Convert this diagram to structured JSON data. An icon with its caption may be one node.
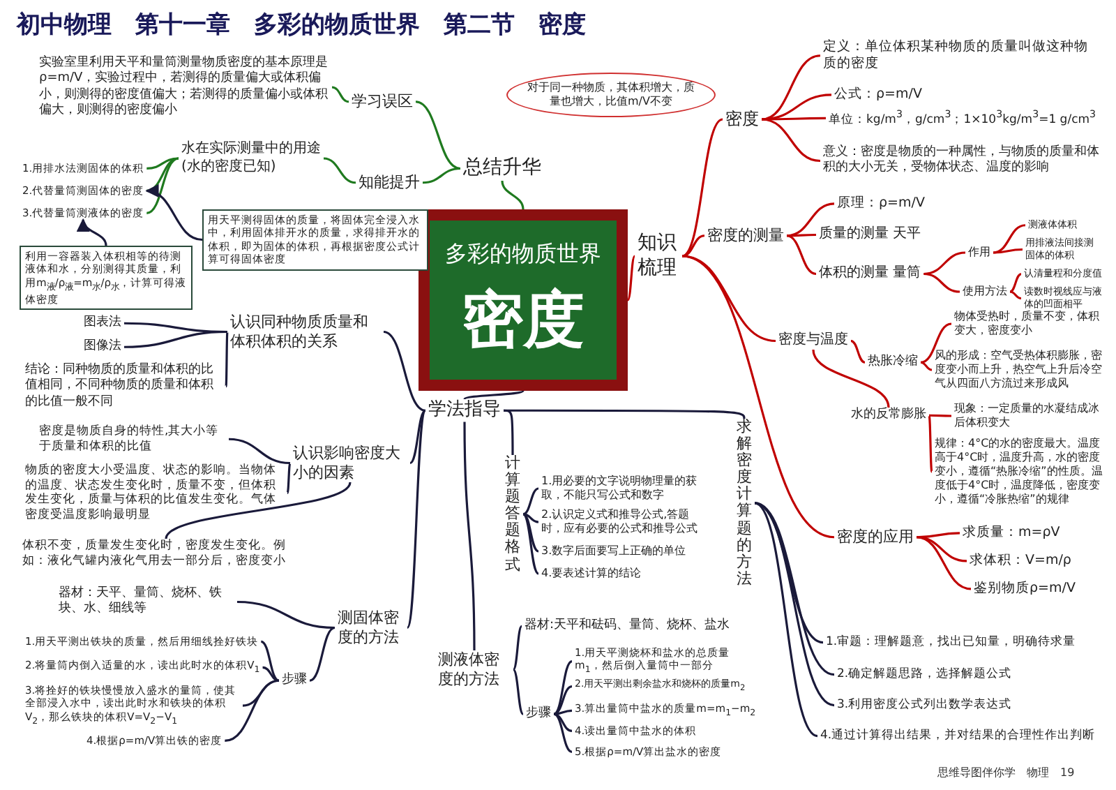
{
  "diagram": {
    "title": "初中物理　第十一章　多彩的物质世界　第二节　密度",
    "nodes": [
      {
        "text": [
          "多彩的物质世界",
          "密度"
        ]
      },
      {
        "text": [
          "对于同一种物质，其体积增大，质量也增大，比值m/V不变"
        ]
      },
      {
        "text": [
          "总结升华"
        ]
      },
      {
        "text": [
          "学习误区"
        ]
      },
      {
        "text": [
          "实验室里利用天平和量筒测量物质密度的基本原理是ρ=m/V，实验过程中，若测得的质量偏大或体积偏小，则测得的密度值偏大；若测得的质量偏小或体积偏大，则测得的密度偏小"
        ]
      },
      {
        "text": [
          "知能提升"
        ]
      },
      {
        "text": [
          "水在实际测量中的用途 (水的密度已知)"
        ]
      },
      {
        "text": [
          "1.用排水法测固体的体积"
        ]
      },
      {
        "text": [
          "2.代替量筒测固体的密度"
        ]
      },
      {
        "text": [
          "3.代替量筒测液体的密度"
        ]
      },
      {
        "text": [
          "用天平测得固体的质量，将固体完全浸入水中，利用固体排开水的质量，求得排开水的体积，即为固体的体积，再根据密度公式计算可得固体密度"
        ]
      },
      {
        "text": [
          "利用一容器装入体积相等的待测液体和水，分别测得其质量，利用m$_{液}$/ρ$_{液}$=m$_{水}$/ρ$_{水}$，计算可得液体密度"
        ]
      },
      {
        "text": [
          "知识梳理"
        ]
      },
      {
        "text": [
          "密度"
        ]
      },
      {
        "text": [
          "定义：单位体积某种物质的质量叫做这种物质的密度"
        ]
      },
      {
        "text": [
          "公式：ρ=m/V"
        ]
      },
      {
        "text": [
          "单位：kg/m$^{3}$，g/cm$^{3}$；1×10$^{3}$kg/m$^{3}$=1 g/cm$^{3}$"
        ]
      },
      {
        "text": [
          "意义：密度是物质的一种属性，与物质的质量和体积的大小无关，受物体状态、温度的影响"
        ]
      },
      {
        "text": [
          "密度的测量"
        ]
      },
      {
        "text": [
          "原理：ρ=m/V"
        ]
      },
      {
        "text": [
          "质量的测量 天平"
        ]
      },
      {
        "text": [
          "体积的测量 量筒"
        ]
      },
      {
        "text": [
          "作用"
        ]
      },
      {
        "text": [
          "测液体体积"
        ]
      },
      {
        "text": [
          "用排液法间接测固体的体积"
        ]
      },
      {
        "text": [
          "使用方法"
        ]
      },
      {
        "text": [
          "认清量程和分度值"
        ]
      },
      {
        "text": [
          "读数时视线应与液体的凹面相平"
        ]
      },
      {
        "text": [
          "密度与温度"
        ]
      },
      {
        "text": [
          "热胀冷缩"
        ]
      },
      {
        "text": [
          "物体受热时，质量不变，体积变大，密度变小"
        ]
      },
      {
        "text": [
          "风的形成：空气受热体积膨胀，密度变小而上升，热空气上升后冷空气从四面八方流过来形成风"
        ]
      },
      {
        "text": [
          "水的反常膨胀"
        ]
      },
      {
        "text": [
          "现象：一定质量的水凝结成冰后体积变大"
        ]
      },
      {
        "text": [
          "规律：4°C的水的密度最大。温度高于4°C时，温度升高，水的密度变小，遵循“热胀冷缩”的性质。温度低于4°C时，温度降低，密度变小，遵循“冷胀热缩”的规律"
        ]
      },
      {
        "text": [
          "密度的应用"
        ]
      },
      {
        "text": [
          "求质量：m=ρV"
        ]
      },
      {
        "text": [
          "求体积：V=m/ρ"
        ]
      },
      {
        "text": [
          "鉴别物质ρ=m/V"
        ]
      },
      {
        "text": [
          "学法指导"
        ]
      },
      {
        "text": [
          "认识同种物质质量和体积体积的关系"
        ]
      },
      {
        "text": [
          "图表法"
        ]
      },
      {
        "text": [
          "图像法"
        ]
      },
      {
        "text": [
          "结论：同种物质的质量和体积的比值相同，不同种物质的质量和体积的比值一般不同"
        ]
      },
      {
        "text": [
          "认识影响密度大小的因素"
        ]
      },
      {
        "text": [
          "密度是物质自身的特性,其大小等于质量和体积的比值"
        ]
      },
      {
        "text": [
          "物质的密度大小受温度、状态的影响。当物体的温度、状态发生变化时，质量不变，但体积发生变化，质量与体积的比值发生变化。气体密度受温度影响最明显"
        ]
      },
      {
        "text": [
          "体积不变，质量发生变化时，密度发生变化。例如：液化气罐内液化气用去一部分后，密度变小"
        ]
      },
      {
        "text": [
          "测固体密度的方法"
        ]
      },
      {
        "text": [
          "器材：天平、量筒、烧杯、铁块、水、细线等"
        ]
      },
      {
        "text": [
          "步骤"
        ]
      },
      {
        "text": [
          "1.用天平测出铁块的质量，然后用细线拴好铁块"
        ]
      },
      {
        "text": [
          "2.将量筒内倒入适量的水，读出此时水的体积V$_{1}$"
        ]
      },
      {
        "text": [
          "3.将拴好的铁块慢慢放入盛水的量筒，使其全部浸入水中，读出此时水和铁块的体积V$_{2}$，那么铁块的体积V=V$_{2}$−V$_{1}$"
        ]
      },
      {
        "text": [
          "4.根据ρ=m/V算出铁的密度"
        ]
      },
      {
        "text": [
          "计算题答题格式"
        ]
      },
      {
        "text": [
          "1.用必要的文字说明物理量的获取，不能只写公式和数字"
        ]
      },
      {
        "text": [
          "2.认识定义式和推导公式,答题时，应有必要的公式和推导公式"
        ]
      },
      {
        "text": [
          "3.数字后面要写上正确的单位"
        ]
      },
      {
        "text": [
          "4.要表述计算的结论"
        ]
      },
      {
        "text": [
          "测液体密度的方法"
        ]
      },
      {
        "text": [
          "器材:天平和砝码、量筒、烧杯、盐水"
        ]
      },
      {
        "text": [
          "步骤"
        ]
      },
      {
        "text": [
          "1.用天平测烧杯和盐水的总质量m$_{1}$，然后倒入量筒中一部分"
        ]
      },
      {
        "text": [
          "2.用天平测出剩余盐水和烧杯的质量m$_{2}$"
        ]
      },
      {
        "text": [
          "3.算出量筒中盐水的质量m=m$_{1}$−m$_{2}$"
        ]
      },
      {
        "text": [
          "4.读出量筒中盐水的体积"
        ]
      },
      {
        "text": [
          "5.根据ρ=m/V算出盐水的密度"
        ]
      },
      {
        "text": [
          "求解密度计算题的方法"
        ]
      },
      {
        "text": [
          "1.审题：理解题意，找出已知量，明确待求量"
        ]
      },
      {
        "text": [
          "2.确定解题思路，选择解题公式"
        ]
      },
      {
        "text": [
          "3.利用密度公式列出数学表达式"
        ]
      },
      {
        "text": [
          "4.通过计算得出结果，并对结果的合理性作出判断"
        ]
      }
    ],
    "edges": [
      {
        "from": 0,
        "to": 2,
        "arrow": "none",
        "color": "#1f7a1f"
      },
      {
        "from": 2,
        "to": 3,
        "arrow": "none",
        "color": "#1f7a1f"
      },
      {
        "from": 3,
        "to": 4,
        "arrow": "none",
        "color": "#1f7a1f"
      },
      {
        "from": 2,
        "to": 5,
        "arrow": "none",
        "color": "#1f7a1f"
      },
      {
        "from": 5,
        "to": 6,
        "arrow": "none",
        "color": "#1f7a1f"
      },
      {
        "from": 6,
        "to": 7,
        "arrow": "none",
        "color": "#1f7a1f"
      },
      {
        "from": 6,
        "to": 8,
        "arrow": "none",
        "color": "#1f7a1f"
      },
      {
        "from": 6,
        "to": 9,
        "arrow": "none",
        "color": "#1f7a1f"
      },
      {
        "from": 10,
        "to": 8,
        "arrow": "to",
        "color": "#1a1a3a"
      },
      {
        "from": 11,
        "to": 9,
        "arrow": "to",
        "color": "#1a1a3a"
      },
      {
        "from": 0,
        "to": 12,
        "arrow": "none",
        "color": "#c00000"
      },
      {
        "from": 12,
        "to": 13,
        "arrow": "none",
        "color": "#c00000"
      },
      {
        "from": 13,
        "to": 14,
        "arrow": "none",
        "color": "#c00000"
      },
      {
        "from": 13,
        "to": 15,
        "arrow": "none",
        "color": "#c00000"
      },
      {
        "from": 13,
        "to": 16,
        "arrow": "none",
        "color": "#c00000"
      },
      {
        "from": 13,
        "to": 17,
        "arrow": "none",
        "color": "#c00000"
      },
      {
        "from": 12,
        "to": 18,
        "arrow": "none",
        "color": "#c00000"
      },
      {
        "from": 18,
        "to": 19,
        "arrow": "none",
        "color": "#c00000"
      },
      {
        "from": 18,
        "to": 20,
        "arrow": "none",
        "color": "#c00000"
      },
      {
        "from": 18,
        "to": 21,
        "arrow": "none",
        "color": "#c00000"
      },
      {
        "from": 21,
        "to": 22,
        "arrow": "none",
        "color": "#c00000"
      },
      {
        "from": 22,
        "to": 23,
        "arrow": "none",
        "color": "#c00000"
      },
      {
        "from": 22,
        "to": 24,
        "arrow": "none",
        "color": "#c00000"
      },
      {
        "from": 21,
        "to": 25,
        "arrow": "none",
        "color": "#c00000"
      },
      {
        "from": 25,
        "to": 26,
        "arrow": "none",
        "color": "#c00000"
      },
      {
        "from": 25,
        "to": 27,
        "arrow": "none",
        "color": "#c00000"
      },
      {
        "from": 12,
        "to": 28,
        "arrow": "none",
        "color": "#c00000"
      },
      {
        "from": 28,
        "to": 29,
        "arrow": "none",
        "color": "#c00000"
      },
      {
        "from": 29,
        "to": 30,
        "arrow": "none",
        "color": "#c00000"
      },
      {
        "from": 29,
        "to": 31,
        "arrow": "none",
        "color": "#c00000"
      },
      {
        "from": 28,
        "to": 32,
        "arrow": "none",
        "color": "#c00000"
      },
      {
        "from": 32,
        "to": 33,
        "arrow": "none",
        "color": "#c00000"
      },
      {
        "from": 32,
        "to": 34,
        "arrow": "none",
        "color": "#c00000"
      },
      {
        "from": 12,
        "to": 35,
        "arrow": "none",
        "color": "#c00000"
      },
      {
        "from": 35,
        "to": 36,
        "arrow": "none",
        "color": "#c00000"
      },
      {
        "from": 35,
        "to": 37,
        "arrow": "none",
        "color": "#c00000"
      },
      {
        "from": 35,
        "to": 38,
        "arrow": "none",
        "color": "#c00000"
      },
      {
        "from": 0,
        "to": 39,
        "arrow": "none",
        "color": "#1a1a3a"
      },
      {
        "from": 39,
        "to": 40,
        "arrow": "none",
        "color": "#1a1a3a"
      },
      {
        "from": 40,
        "to": 41,
        "arrow": "none",
        "color": "#1a1a3a"
      },
      {
        "from": 40,
        "to": 42,
        "arrow": "none",
        "color": "#1a1a3a"
      },
      {
        "from": 40,
        "to": 43,
        "arrow": "none",
        "color": "#1a1a3a"
      },
      {
        "from": 39,
        "to": 44,
        "arrow": "none",
        "color": "#1a1a3a"
      },
      {
        "from": 44,
        "to": 45,
        "arrow": "none",
        "color": "#1a1a3a"
      },
      {
        "from": 44,
        "to": 46,
        "arrow": "none",
        "color": "#1a1a3a"
      },
      {
        "from": 44,
        "to": 47,
        "arrow": "none",
        "color": "#1a1a3a"
      },
      {
        "from": 39,
        "to": 48,
        "arrow": "none",
        "color": "#1a1a3a"
      },
      {
        "from": 48,
        "to": 49,
        "arrow": "none",
        "color": "#1a1a3a"
      },
      {
        "from": 48,
        "to": 50,
        "arrow": "none",
        "color": "#1a1a3a"
      },
      {
        "from": 50,
        "to": 51,
        "arrow": "none",
        "color": "#1a1a3a"
      },
      {
        "from": 50,
        "to": 52,
        "arrow": "none",
        "color": "#1a1a3a"
      },
      {
        "from": 50,
        "to": 53,
        "arrow": "none",
        "color": "#1a1a3a"
      },
      {
        "from": 50,
        "to": 54,
        "arrow": "none",
        "color": "#1a1a3a"
      },
      {
        "from": 39,
        "to": 55,
        "arrow": "none",
        "color": "#1a1a3a"
      },
      {
        "from": 55,
        "to": 56,
        "arrow": "none",
        "color": "#1a1a3a"
      },
      {
        "from": 55,
        "to": 57,
        "arrow": "none",
        "color": "#1a1a3a"
      },
      {
        "from": 55,
        "to": 58,
        "arrow": "none",
        "color": "#1a1a3a"
      },
      {
        "from": 55,
        "to": 59,
        "arrow": "none",
        "color": "#1a1a3a"
      },
      {
        "from": 39,
        "to": 60,
        "arrow": "none",
        "color": "#1a1a3a"
      },
      {
        "from": 60,
        "to": 61,
        "arrow": "none",
        "color": "#1a1a3a"
      },
      {
        "from": 60,
        "to": 62,
        "arrow": "none",
        "color": "#1a1a3a"
      },
      {
        "from": 62,
        "to": 63,
        "arrow": "none",
        "color": "#1a1a3a"
      },
      {
        "from": 62,
        "to": 64,
        "arrow": "none",
        "color": "#1a1a3a"
      },
      {
        "from": 62,
        "to": 65,
        "arrow": "none",
        "color": "#1a1a3a"
      },
      {
        "from": 62,
        "to": 66,
        "arrow": "none",
        "color": "#1a1a3a"
      },
      {
        "from": 62,
        "to": 67,
        "arrow": "none",
        "color": "#1a1a3a"
      },
      {
        "from": 39,
        "to": 68,
        "arrow": "none",
        "color": "#1a1a3a"
      },
      {
        "from": 68,
        "to": 69,
        "arrow": "none",
        "color": "#1a1a3a"
      },
      {
        "from": 68,
        "to": 70,
        "arrow": "none",
        "color": "#1a1a3a"
      },
      {
        "from": 68,
        "to": 71,
        "arrow": "none",
        "color": "#1a1a3a"
      },
      {
        "from": 68,
        "to": 72,
        "arrow": "none",
        "color": "#1a1a3a"
      }
    ],
    "labels": [
      "思维导图伴你学　物理　19"
    ]
  }
}
